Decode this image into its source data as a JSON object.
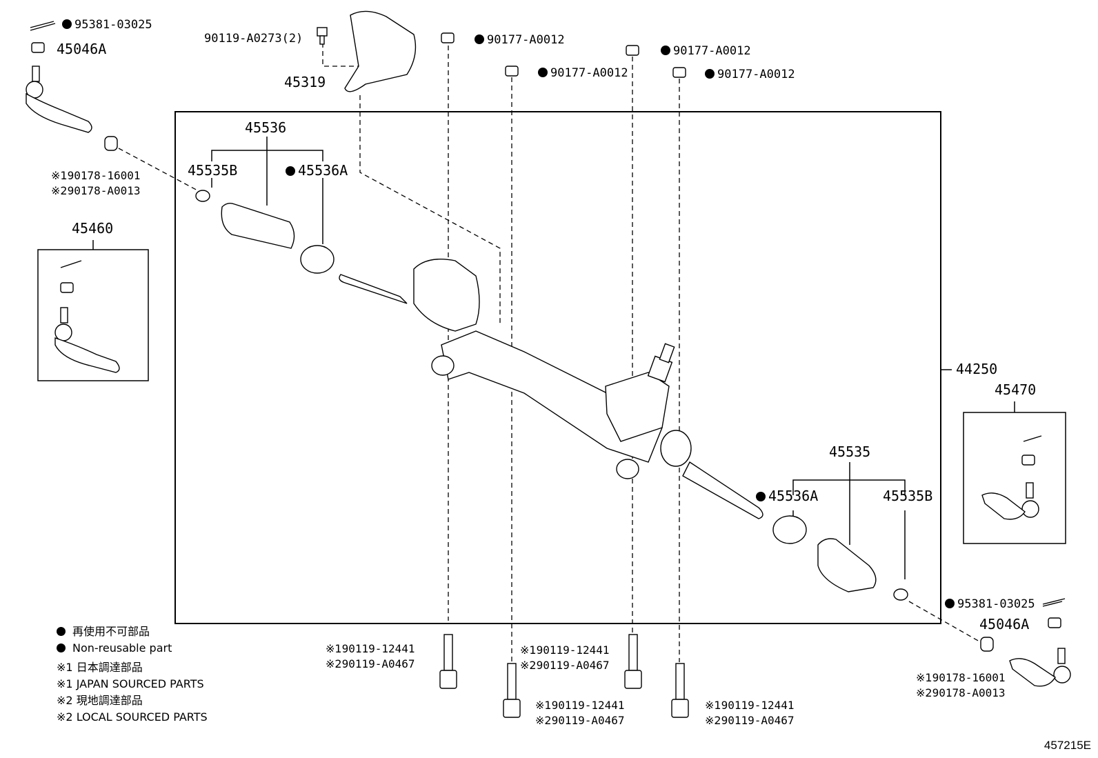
{
  "parts": {
    "cotter_pin_top": "95381-03025",
    "nut_top": "45046A",
    "bolt_45319": "90119-A0273(2)",
    "bracket": "45319",
    "nut_a": "90177-A0012",
    "nut_b": "90177-A0012",
    "nut_c": "90177-A0012",
    "nut_d": "90177-A0012",
    "boot_set_left": "45536",
    "clip_left": "45535B",
    "band_left": "45536A",
    "bushing_left_1": "90178-16001",
    "bushing_left_2": "90178-A0013",
    "tie_rod_end_left": "45460",
    "gear_assembly": "44250",
    "tie_rod_end_right": "45470",
    "boot_set_right": "45535",
    "band_right": "45536A",
    "clip_right": "45535B",
    "cotter_pin_bottom": "95381-03025",
    "nut_bottom": "45046A",
    "bushing_right_1": "90178-16001",
    "bushing_right_2": "90178-A0013",
    "bolt_1_a": "90119-12441",
    "bolt_1_b": "90119-A0467",
    "bolt_2_a": "90119-12441",
    "bolt_2_b": "90119-A0467",
    "bolt_3_a": "90119-12441",
    "bolt_3_b": "90119-A0467",
    "bolt_4_a": "90119-12441",
    "bolt_4_b": "90119-A0467"
  },
  "marks": {
    "m1": "※1",
    "m2": "※2"
  },
  "legend": {
    "line1": "再使用不可部品",
    "line2": "Non-reusable part",
    "line3": "日本調達部品",
    "line4": "JAPAN SOURCED PARTS",
    "line5": "現地調達部品",
    "line6": "LOCAL SOURCED PARTS"
  },
  "figure_number": "457215E"
}
